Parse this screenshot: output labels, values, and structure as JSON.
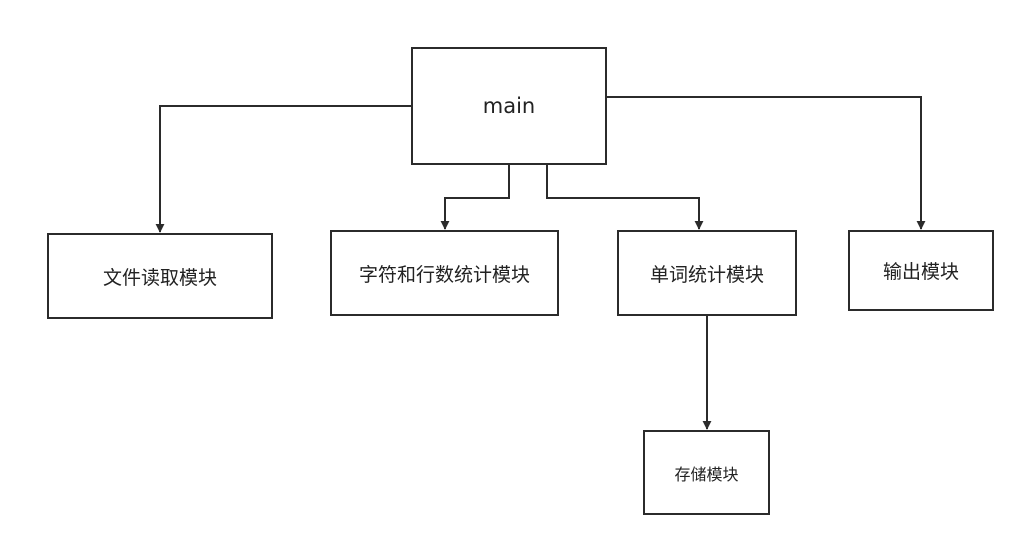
{
  "nodes": {
    "main": "main",
    "file_read": "文件读取模块",
    "char_line_count": "字符和行数统计模块",
    "word_count": "单词统计模块",
    "output": "输出模块",
    "storage": "存储模块"
  },
  "colors": {
    "line": "#2b2b2b",
    "box_border": "#2b2b2b",
    "text": "#222222",
    "background": "#ffffff"
  }
}
